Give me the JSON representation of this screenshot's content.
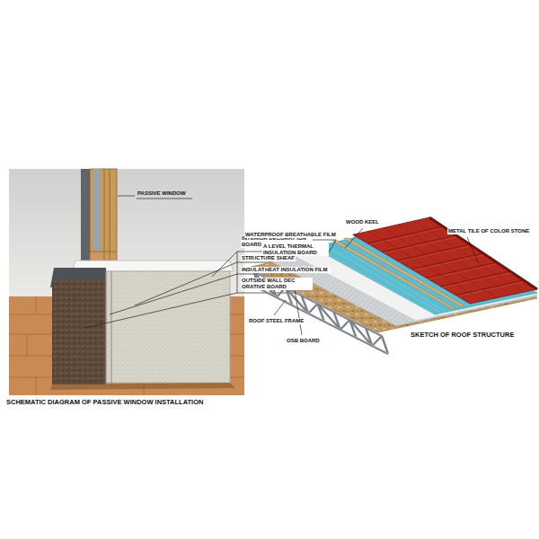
{
  "diagram": {
    "labels": [
      "PASSIVE WINDOW",
      "INTERIOR DECORAT ION BOARD",
      "STRUCTURE SHEAF",
      "INSULATING LAYER",
      "OUTSIDE WALL DEC ORATIVE BOARD",
      "SCHEMATIC DIAGRAM OF PASSIVE WINDOW INSTALLATION",
      "WOOD KEEL",
      "WATERPROOF BREATHABLE FILM",
      "A LEVEL THERMAL INSULATION BOARD",
      "HEAT INSULATION FILM",
      "METAL TILE OF COLOR STONE",
      "ROOF STEEL FRAME",
      "OSB BOARD",
      "SKETCH OF ROOF STRUCTURE"
    ]
  }
}
